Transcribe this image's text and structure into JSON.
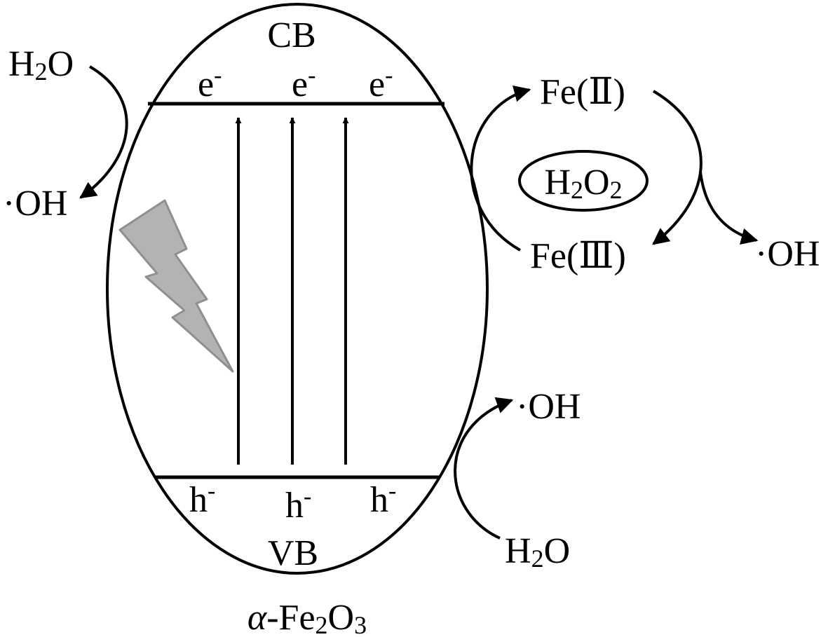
{
  "colors": {
    "stroke": "#000000",
    "lightning_fill": "#b3b3b3",
    "lightning_stroke": "#8f8f8f",
    "background": "#ffffff"
  },
  "icons": {
    "light": "lightning-bolt-icon"
  },
  "diagram": {
    "cb": "CB",
    "vb": "VB",
    "electrons": [
      "e",
      "e",
      "e"
    ],
    "electron_charge": "-",
    "holes": [
      "h",
      "h",
      "h"
    ],
    "hole_charge": "-",
    "catalyst": {
      "greek": "α",
      "prefix": "-Fe",
      "sub1": "2",
      "mid": "O",
      "sub2": "3"
    },
    "left_top_reactant": {
      "main": "H",
      "sub": "2",
      "rest": "O"
    },
    "left_top_product": "·OH",
    "right_bottom_reactant": {
      "main": "H",
      "sub": "2",
      "rest": "O"
    },
    "right_bottom_product": "·OH",
    "fe2": "Fe(Ⅱ)",
    "fe3": "Fe(Ⅲ)",
    "h2o2": {
      "h": "H",
      "sub1": "2",
      "o": "O",
      "sub2": "2"
    },
    "right_product": "·OH"
  }
}
